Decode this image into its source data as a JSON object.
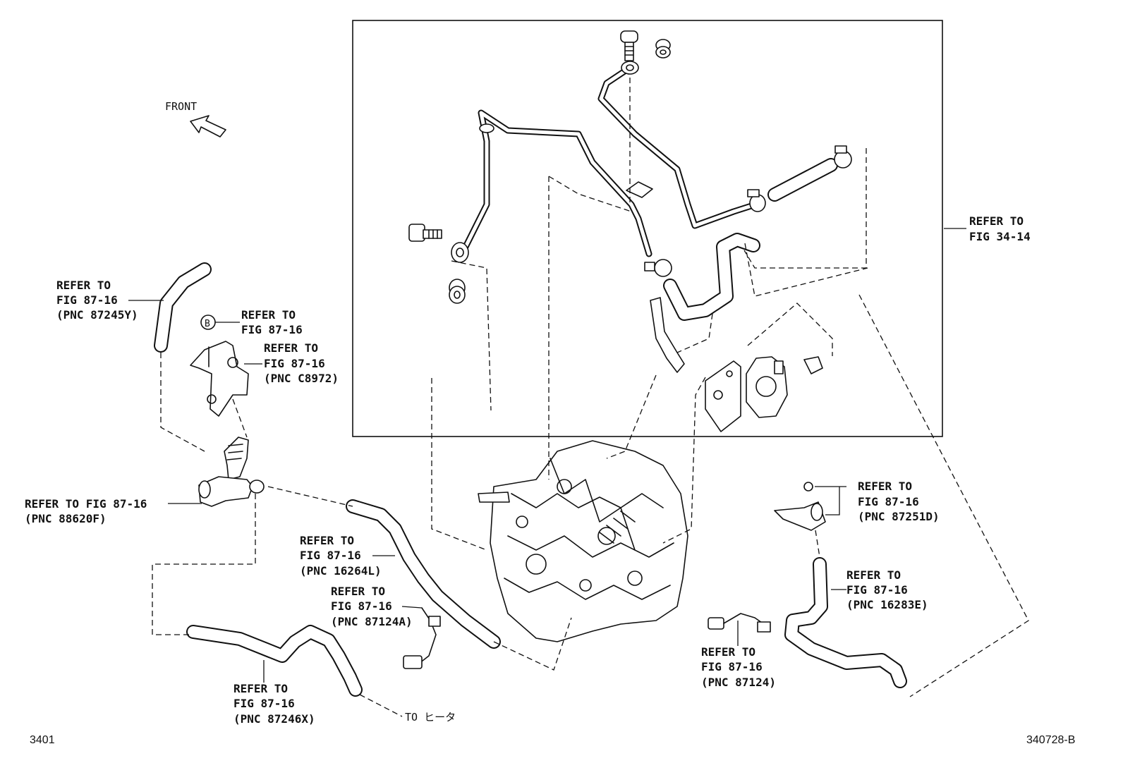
{
  "front": "FRONT",
  "marker_b": "B",
  "labels": {
    "fig3414": [
      "REFER TO",
      "FIG 34-14"
    ],
    "p87245y": [
      "REFER TO",
      "FIG 87-16",
      "(PNC 87245Y)"
    ],
    "pb": [
      "REFER TO",
      "FIG 87-16"
    ],
    "c8972": [
      "REFER TO",
      "FIG 87-16",
      "(PNC C8972)"
    ],
    "p88620f": [
      "REFER TO FIG 87-16",
      "(PNC 88620F)"
    ],
    "p16264l": [
      "REFER TO",
      "FIG 87-16",
      "(PNC 16264L)"
    ],
    "p87124a": [
      "REFER TO",
      "FIG 87-16",
      "(PNC 87124A)"
    ],
    "p87246x": [
      "REFER TO",
      "FIG 87-16",
      "(PNC 87246X)"
    ],
    "p87251d": [
      "REFER TO",
      "FIG 87-16",
      "(PNC 87251D)"
    ],
    "p16283e": [
      "REFER TO",
      "FIG 87-16",
      "(PNC 16283E)"
    ],
    "p87124": [
      "REFER TO",
      "FIG 87-16",
      "(PNC 87124)"
    ]
  },
  "to_heater": "TO ヒータ",
  "page_code": "3401",
  "figure_code": "340728-B"
}
